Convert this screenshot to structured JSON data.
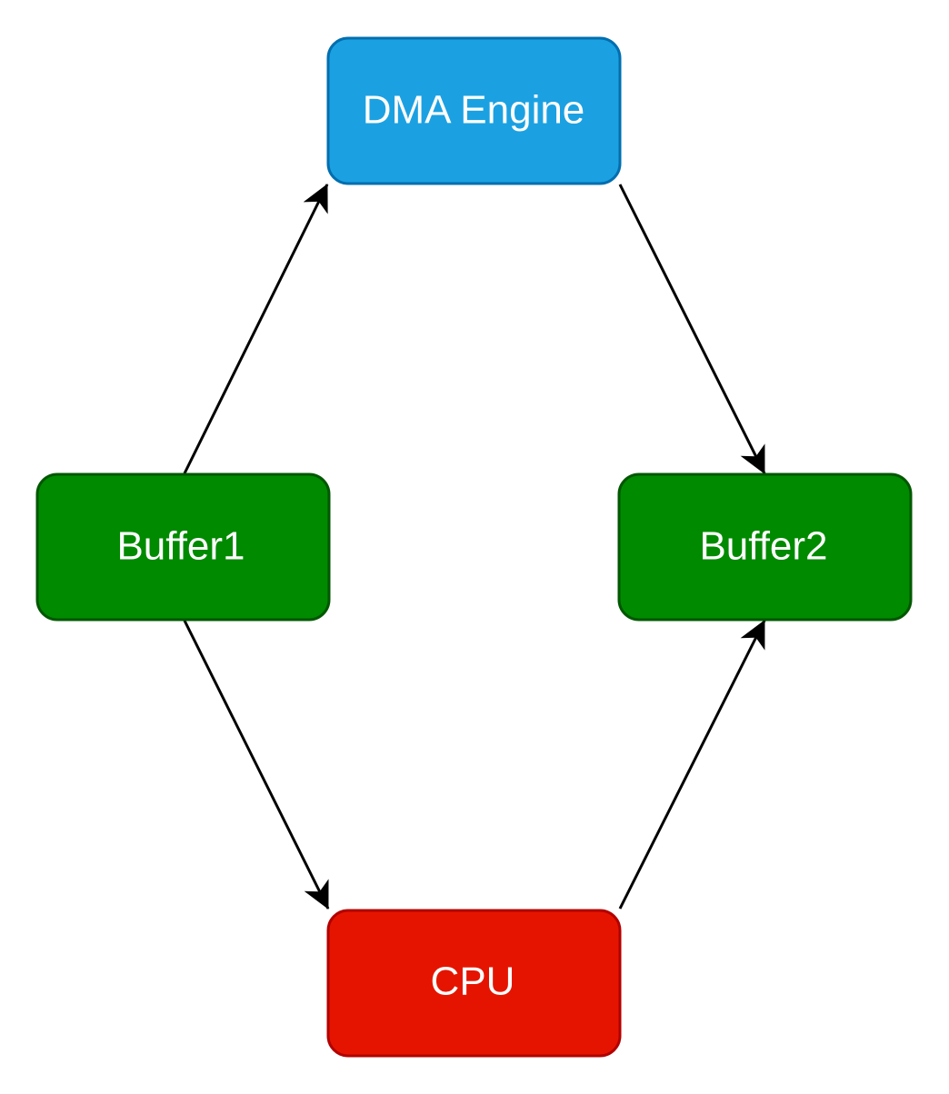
{
  "diagram": {
    "nodes": {
      "dma": {
        "label": "DMA Engine",
        "fill": "#1BA1E2",
        "stroke": "#006EAF"
      },
      "buffer1": {
        "label": "Buffer1",
        "fill": "#008A00",
        "stroke": "#005700"
      },
      "buffer2": {
        "label": "Buffer2",
        "fill": "#008A00",
        "stroke": "#005700"
      },
      "cpu": {
        "label": "CPU",
        "fill": "#E51400",
        "stroke": "#B20000"
      }
    },
    "edges": [
      {
        "from": "Buffer1",
        "to": "DMA Engine"
      },
      {
        "from": "DMA Engine",
        "to": "Buffer2"
      },
      {
        "from": "Buffer1",
        "to": "CPU"
      },
      {
        "from": "CPU",
        "to": "Buffer2"
      }
    ],
    "edge_color": "#000000"
  }
}
